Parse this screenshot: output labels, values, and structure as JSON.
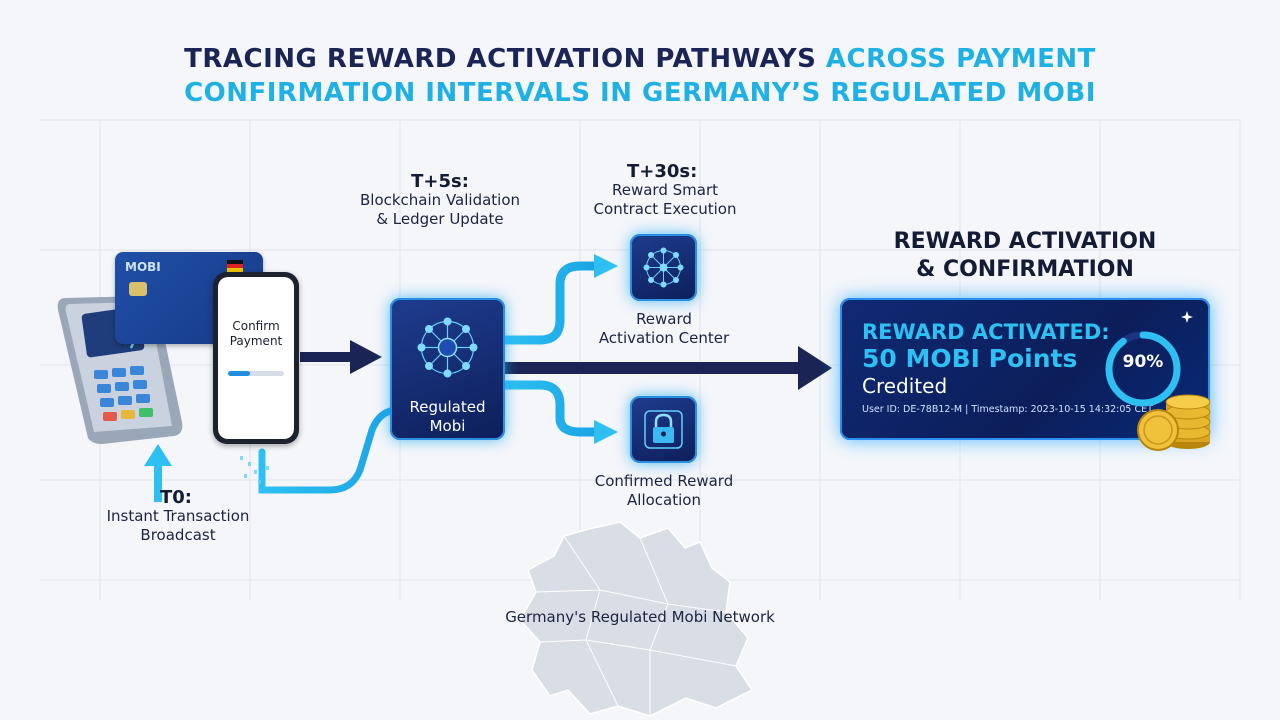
{
  "title": {
    "line1_dark": "TRACING REWARD ACTIVATION PATHWAYS",
    "line1_cyan": "ACROSS PAYMENT",
    "line2": "CONFIRMATION INTERVALS IN GERMANY’S REGULATED MOBI"
  },
  "colors": {
    "navy": "#1a2556",
    "cyan": "#1fb1e3",
    "node_bg": "#0d1f5a",
    "glow": "#2ec0f2"
  },
  "stages": {
    "t0": {
      "time": "T0:",
      "line1": "Instant Transaction",
      "line2": "Broadcast"
    },
    "t5": {
      "time": "T+5s:",
      "line1": "Blockchain Validation",
      "line2": "& Ledger Update"
    },
    "t30": {
      "time": "T+30s:",
      "line1": "Reward Smart",
      "line2": "Contract Execution"
    }
  },
  "card": {
    "name": "MOBI",
    "icon": "flag-germany-icon"
  },
  "phone": {
    "line1": "Confirm",
    "line2": "Payment",
    "progress": 0.4
  },
  "hub": {
    "line1": "Regulated",
    "line2": "Mobi",
    "icon": "network-hub-icon"
  },
  "reward_center": {
    "line1": "Reward",
    "line2": "Activation Center",
    "icon": "network-icon"
  },
  "confirmed": {
    "line1": "Confirmed Reward",
    "line2": "Allocation",
    "icon": "lock-icon"
  },
  "activation": {
    "heading1": "REWARD ACTIVATION",
    "heading2": "& CONFIRMATION",
    "status": "REWARD ACTIVATED:",
    "points": "50 MOBI Points",
    "credited": "Credited",
    "meta": "User ID: DE-78B12-M | Timestamp: 2023-10-15 14:32:05 CET",
    "gauge_label": "90%",
    "gauge_value": 0.9
  },
  "map": {
    "label": "Germany's Regulated Mobi Network"
  }
}
